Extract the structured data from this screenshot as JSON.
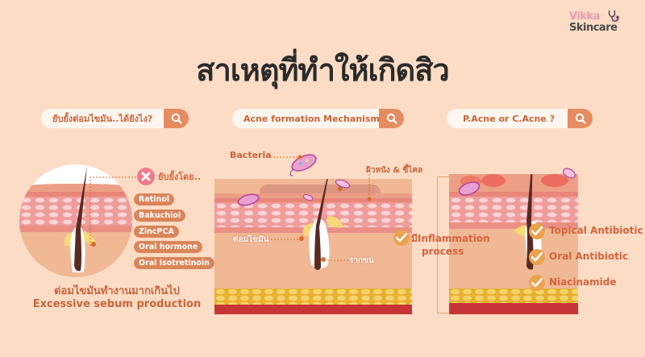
{
  "brand": {
    "line1": "Vikka",
    "line2": "Skincare",
    "pink": "#e89bb1",
    "dark": "#4a4a4a"
  },
  "title": "สาเหตุที่ทำให้เกิดสิว",
  "colors": {
    "background": "#fddcc6",
    "accent": "#e58c60",
    "text_orange": "#c8643a",
    "pill": "#d9855a",
    "check": "#eba14e",
    "treatment_text": "#d5643c"
  },
  "sections": [
    {
      "search_label": "ยับยั้งต่อมไขมัน..ได้ยังไง?",
      "search_icon": "search-icon",
      "block_heading": "ยับยั้งโดย..",
      "block_icon": "x-icon",
      "treatments": [
        "Retinol",
        "Bakuchiol",
        "ZincPCA",
        "Oral hormone",
        "Oral isotretinoin"
      ],
      "caption_th": "ต่อมไขมันทำงานมากเกินไป",
      "caption_en": "Excessive sebum production"
    },
    {
      "search_label": "Acne formation Mechanism",
      "search_icon": "search-icon",
      "labels": {
        "bacteria": "Bacteria",
        "skin_cells": "ผิวหนัง & ขี้ไคล",
        "sebaceous_gland": "ต่อมไขมัน",
        "hair_root": "รากขน"
      }
    },
    {
      "search_label": "P.Acne or C.Acne ?",
      "search_icon": "search-icon",
      "inflammation_line1": "มีInflammation",
      "inflammation_line2": "process",
      "treatments": [
        "Topical Antibiotic",
        "Oral Antibiotic",
        "Niacinamide"
      ]
    }
  ]
}
